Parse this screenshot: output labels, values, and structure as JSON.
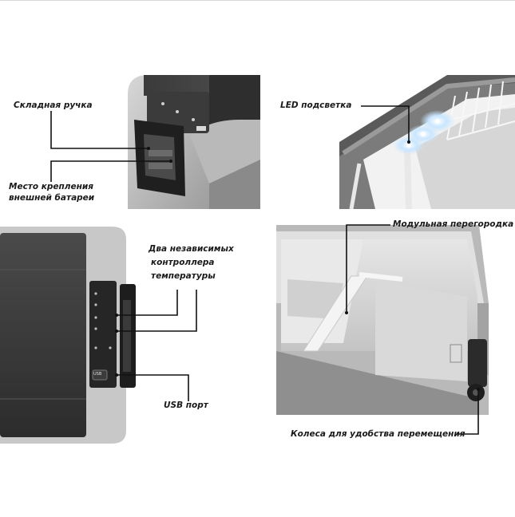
{
  "labels": {
    "handle": "Складная ручка",
    "battery_line1": "Место крепления",
    "battery_line2": "внешней батареи",
    "led": "LED подсветка",
    "partition": "Модульная перегородка",
    "controllers_line1": "Два независимых",
    "controllers_line2": "контроллера",
    "controllers_line3": "температуры",
    "usb": "USB порт",
    "wheels": "Колеса для удобства перемещения"
  },
  "panel_text": {
    "usb_marker": "USB"
  }
}
